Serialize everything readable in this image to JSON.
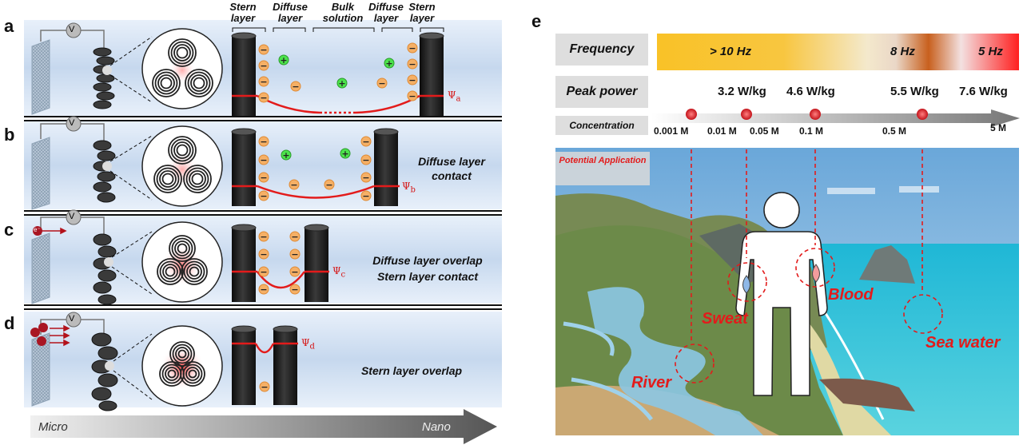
{
  "panel_labels": {
    "a": "a",
    "b": "b",
    "c": "c",
    "d": "d",
    "e": "e"
  },
  "left": {
    "layer_headers": [
      "Stern layer",
      "Diffuse layer",
      "Bulk solution",
      "Diffuse layer",
      "Stern layer"
    ],
    "captions": {
      "b": "Diffuse layer contact",
      "c_line1": "Diffuse layer overlap",
      "c_line2": "Stern layer contact",
      "d": "Stern layer overlap"
    },
    "psi": {
      "a": "a",
      "b": "b",
      "c": "c",
      "d": "d"
    },
    "psi_symbol": "Ψ",
    "voltmeter": "V",
    "electron": "e⁻",
    "arrow": {
      "start": "Micro",
      "end": "Nano"
    }
  },
  "right": {
    "rows": {
      "frequency": "Frequency",
      "peak_power": "Peak power",
      "concentration": "Concentration"
    },
    "frequency_values": [
      "> 10 Hz",
      "8 Hz",
      "5 Hz"
    ],
    "power_values": [
      "3.2 W/kg",
      "4.6 W/kg",
      "5.5 W/kg",
      "7.6 W/kg"
    ],
    "concentrations": [
      "0.001 M",
      "0.01 M",
      "0.05 M",
      "0.1 M",
      "0.5 M",
      "5 M"
    ],
    "potential_application": "Potential Application",
    "applications": [
      "River",
      "Sweat",
      "Blood",
      "Sea water"
    ]
  },
  "colors": {
    "accent_red": "#e31b1b",
    "freq_start": "#f9c227",
    "freq_mid": "#c8601e",
    "freq_end": "#ff1f1f"
  }
}
